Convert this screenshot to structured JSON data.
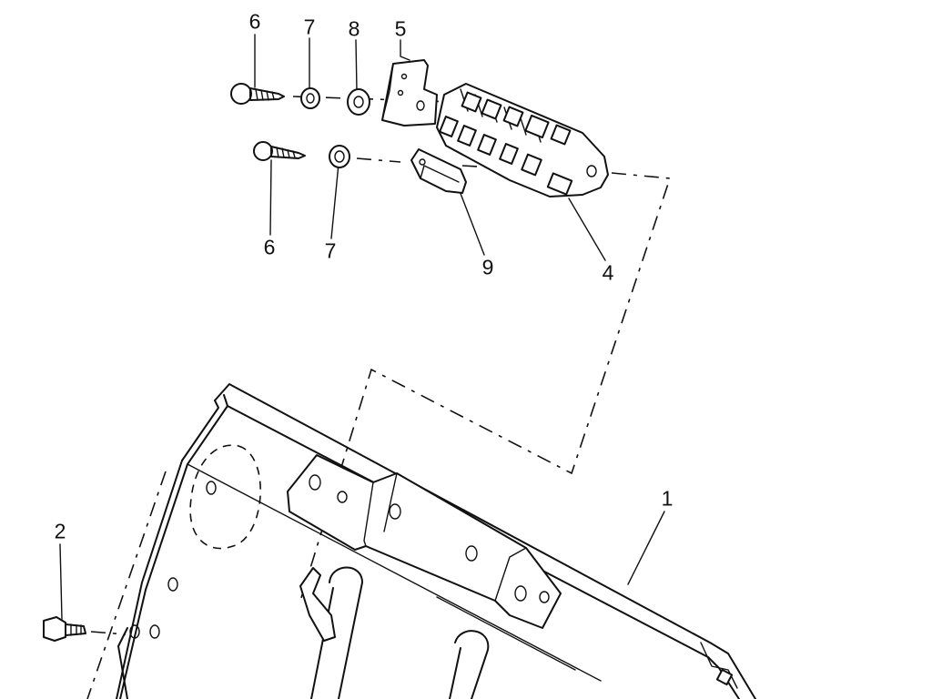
{
  "callouts": {
    "c6_top": "6",
    "c7_top": "7",
    "c8": "8",
    "c5": "5",
    "c6_bottom": "6",
    "c7_bottom": "7",
    "c9": "9",
    "c4": "4",
    "c1": "1",
    "c2": "2"
  }
}
